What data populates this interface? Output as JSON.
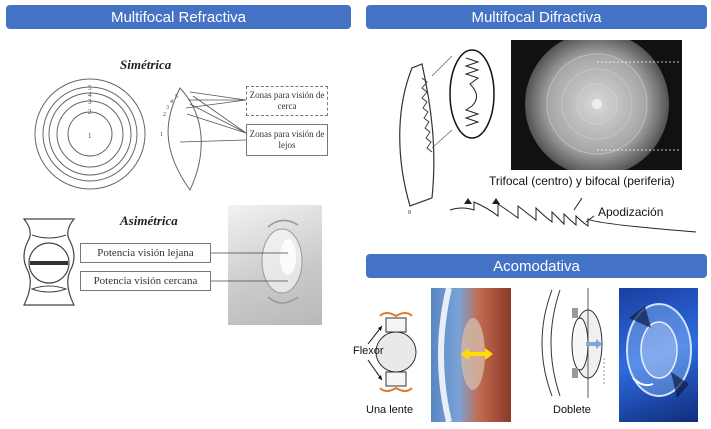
{
  "colors": {
    "header_bg": "#4472c4",
    "header_text": "#ffffff",
    "arrow_yellow": "#ffdd00",
    "arrow_blue": "#7fa6dd"
  },
  "headers": {
    "refractive": "Multifocal Refractiva",
    "diffractive": "Multifocal Difractiva",
    "accommodative": "Acomodativa"
  },
  "refractive": {
    "symmetric": {
      "title": "Simétrica",
      "ring_numbers": [
        "1",
        "2",
        "3",
        "4",
        "5"
      ],
      "near_zones": "Zonas para visión de cerca",
      "far_zones": "Zonas para visión de lejos"
    },
    "asymmetric": {
      "title": "Asimétrica",
      "far_power": "Potencia visión lejana",
      "near_power": "Potencia visión cercana"
    }
  },
  "diffractive": {
    "caption": "Trifocal (centro) y bifocal (periferia)",
    "apodization": "Apodización"
  },
  "accommodative": {
    "flexor": "Flexor",
    "single_lens": "Una lente",
    "doublet": "Doblete"
  }
}
